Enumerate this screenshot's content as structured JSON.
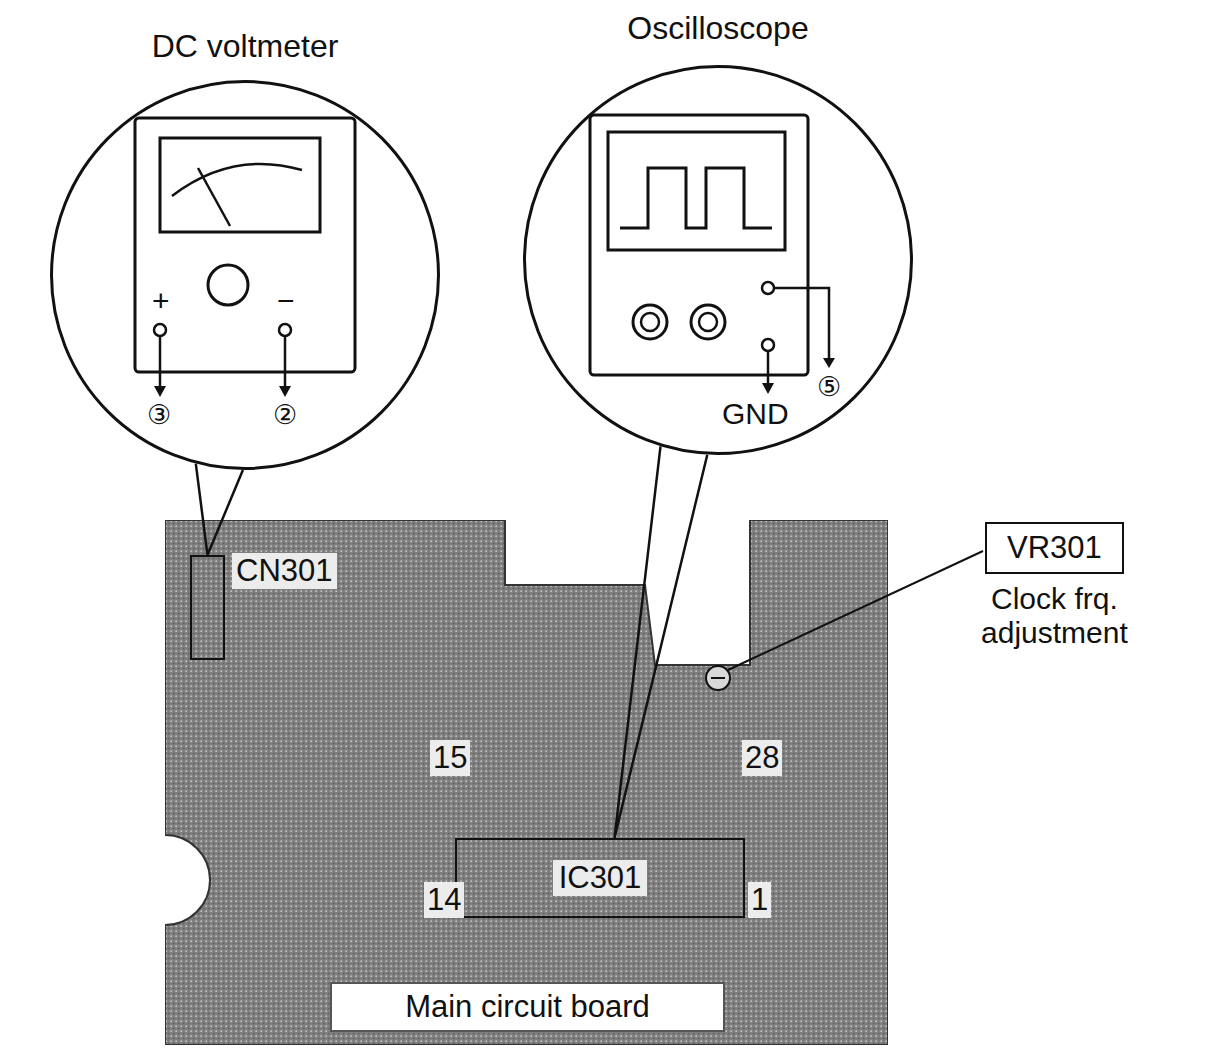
{
  "diagram": {
    "nodes": [
      {
        "text": [
          "DC voltmeter"
        ]
      },
      {
        "text": [
          "Oscilloscope"
        ]
      },
      {
        "text": [
          "VR301",
          "Clock frq. adjustment"
        ]
      },
      {
        "text": [
          "Main circuit board"
        ]
      },
      {
        "text": [
          "CN301"
        ],
        "in": 3
      },
      {
        "text": [
          "IC301"
        ],
        "in": 3
      }
    ],
    "edges": [
      {
        "from": 0,
        "to": 4,
        "arrow": "none"
      },
      {
        "from": 1,
        "to": 5,
        "arrow": "none"
      }
    ],
    "labels": [
      "+",
      "−",
      "③",
      "②",
      "GND",
      "⑤",
      "15",
      "28",
      "14",
      "1"
    ]
  }
}
